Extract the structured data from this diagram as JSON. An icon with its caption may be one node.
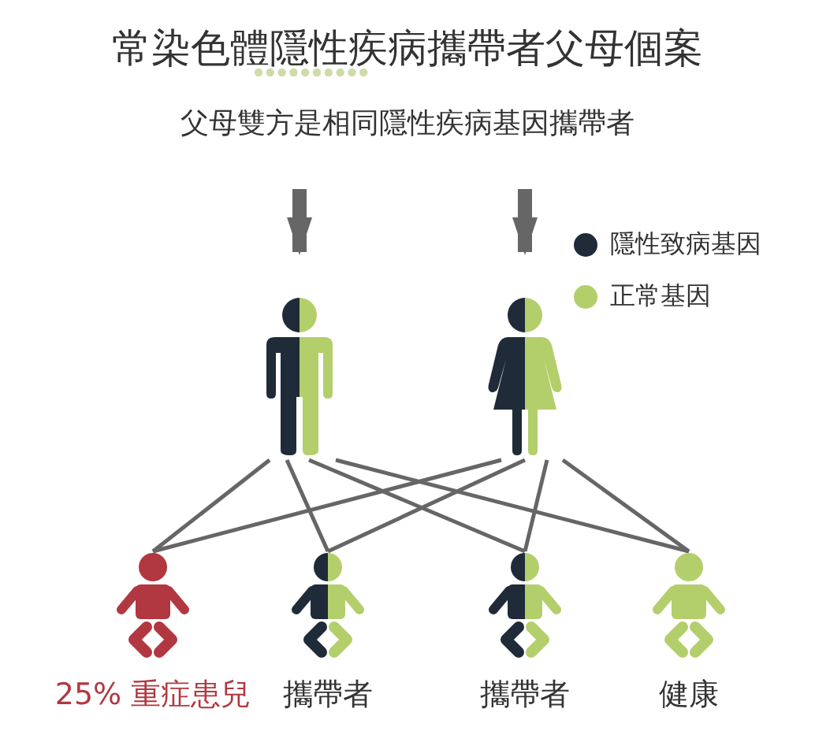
{
  "diagram": {
    "title": "常染色體隱性疾病攜帶者父母個案",
    "nodes": [
      {
        "text": [],
        "shape": "person"
      },
      {
        "text": [],
        "shape": "person"
      },
      {
        "text": [
          "25% 重症患兒"
        ]
      },
      {
        "text": [
          "攜帶者"
        ]
      },
      {
        "text": [
          "攜帶者"
        ]
      },
      {
        "text": [
          "健康"
        ]
      }
    ],
    "edges": [
      {
        "from": null,
        "to": 0,
        "arrow": "to",
        "style": "thick"
      },
      {
        "from": null,
        "to": 1,
        "arrow": "to",
        "style": "thick"
      },
      {
        "from": 0,
        "to": 2,
        "arrow": "none"
      },
      {
        "from": 0,
        "to": 3,
        "arrow": "none"
      },
      {
        "from": 0,
        "to": 4,
        "arrow": "none"
      },
      {
        "from": 0,
        "to": 5,
        "arrow": "none"
      },
      {
        "from": 1,
        "to": 2,
        "arrow": "none"
      },
      {
        "from": 1,
        "to": 3,
        "arrow": "none"
      },
      {
        "from": 1,
        "to": 4,
        "arrow": "none"
      },
      {
        "from": 1,
        "to": 5,
        "arrow": "none"
      }
    ],
    "labels": [
      "父母雙方是相同隱性疾病基因攜帶者"
    ],
    "legend": [
      {
        "text": "隱性致病基因",
        "color": "#1f2b38"
      },
      {
        "text": "正常基因",
        "color": "#b3cf6b"
      }
    ]
  }
}
